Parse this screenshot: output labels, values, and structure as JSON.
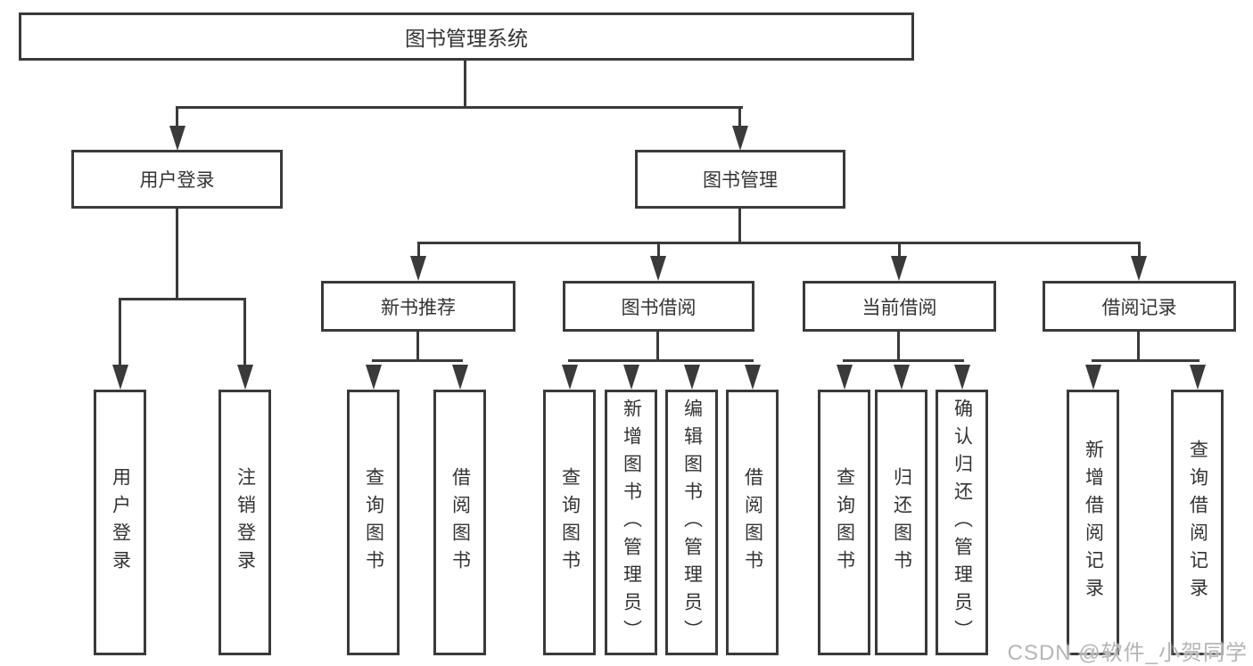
{
  "root": {
    "label": "图书管理系统"
  },
  "level2": [
    {
      "label": "用户登录",
      "parent": "图书管理系统"
    },
    {
      "label": "图书管理",
      "parent": "图书管理系统"
    }
  ],
  "level3": [
    {
      "label": "新书推荐",
      "parent": "图书管理"
    },
    {
      "label": "图书借阅",
      "parent": "图书管理"
    },
    {
      "label": "当前借阅",
      "parent": "图书管理"
    },
    {
      "label": "借阅记录",
      "parent": "图书管理"
    }
  ],
  "leaves": [
    {
      "label": "用户登录",
      "parent": "用户登录"
    },
    {
      "label": "注销登录",
      "parent": "用户登录"
    },
    {
      "label": "查询图书",
      "parent": "新书推荐"
    },
    {
      "label": "借阅图书",
      "parent": "新书推荐"
    },
    {
      "label": "查询图书",
      "parent": "图书借阅"
    },
    {
      "label": "新增图书（管理员）",
      "parent": "图书借阅"
    },
    {
      "label": "编辑图书（管理员）",
      "parent": "图书借阅"
    },
    {
      "label": "借阅图书",
      "parent": "图书借阅"
    },
    {
      "label": "查询图书",
      "parent": "当前借阅"
    },
    {
      "label": "归还图书",
      "parent": "当前借阅"
    },
    {
      "label": "确认归还（管理员）",
      "parent": "当前借阅"
    },
    {
      "label": "新增借阅记录",
      "parent": "借阅记录"
    },
    {
      "label": "查询借阅记录",
      "parent": "借阅记录"
    }
  ],
  "watermark": {
    "label": "CSDN @软件_小贺同学"
  },
  "colors": {
    "line": "#3a3a3a",
    "text": "#333333",
    "watermark": "#b5b5b5",
    "background": "#ffffff"
  }
}
